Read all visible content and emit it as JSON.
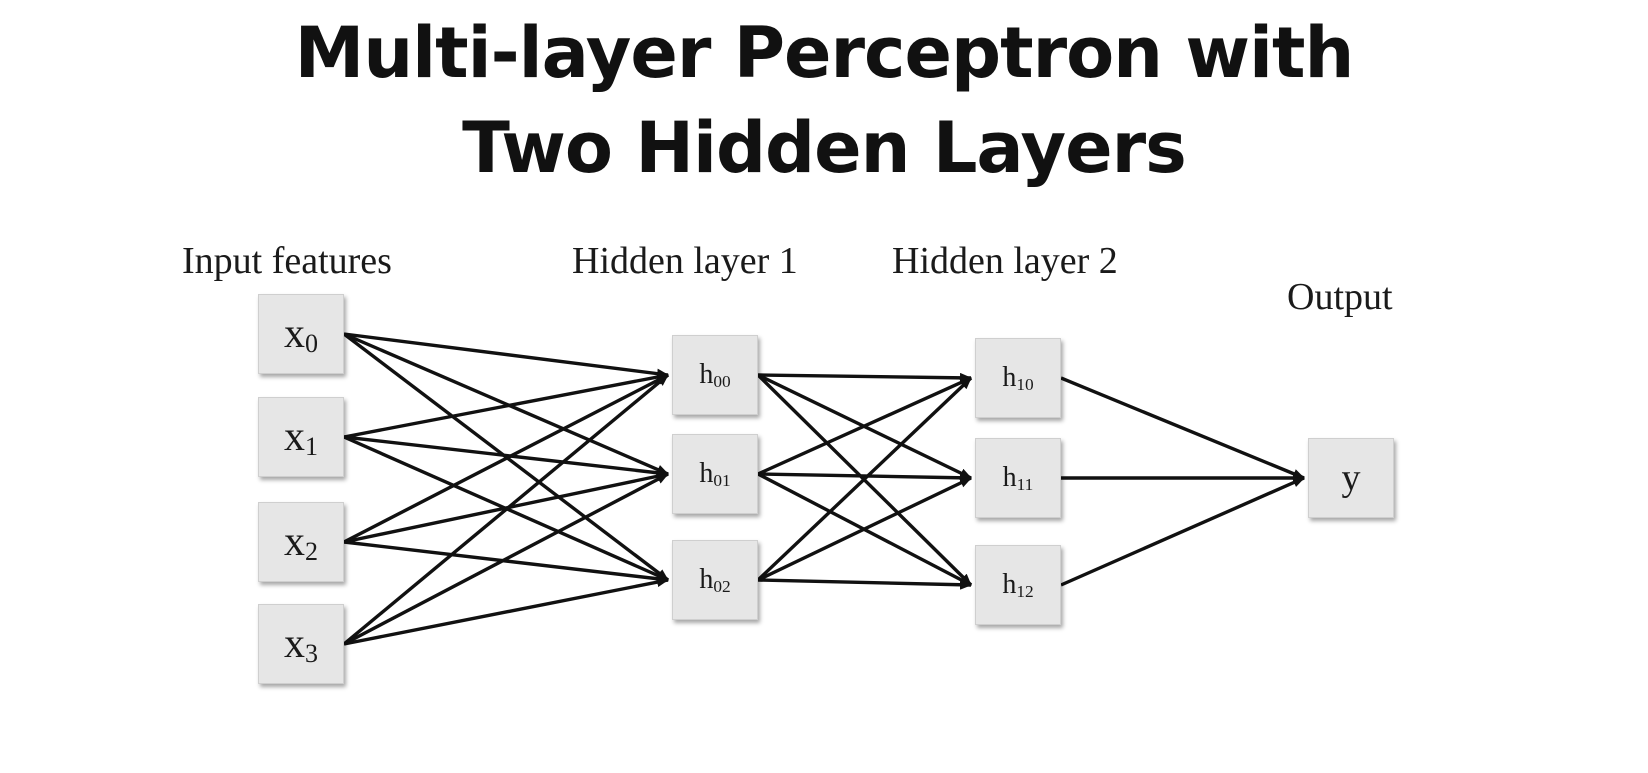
{
  "title": {
    "line1": "Multi-layer Perceptron with",
    "line2": "Two Hidden Layers"
  },
  "labels": {
    "input": "Input features",
    "hidden1": "Hidden layer 1",
    "hidden2": "Hidden layer 2",
    "output": "Output"
  },
  "layers": {
    "input": [
      {
        "base": "x",
        "sub": "0"
      },
      {
        "base": "x",
        "sub": "1"
      },
      {
        "base": "x",
        "sub": "2"
      },
      {
        "base": "x",
        "sub": "3"
      }
    ],
    "hidden1": [
      {
        "base": "h",
        "sub": "00"
      },
      {
        "base": "h",
        "sub": "01"
      },
      {
        "base": "h",
        "sub": "02"
      }
    ],
    "hidden2": [
      {
        "base": "h",
        "sub": "10"
      },
      {
        "base": "h",
        "sub": "11"
      },
      {
        "base": "h",
        "sub": "12"
      }
    ],
    "output": [
      {
        "base": "y",
        "sub": ""
      }
    ]
  },
  "connectivity": "fully-connected",
  "colors": {
    "node_fill": "#e6e6e6",
    "edge": "#111111",
    "text": "#1a1a1a"
  }
}
